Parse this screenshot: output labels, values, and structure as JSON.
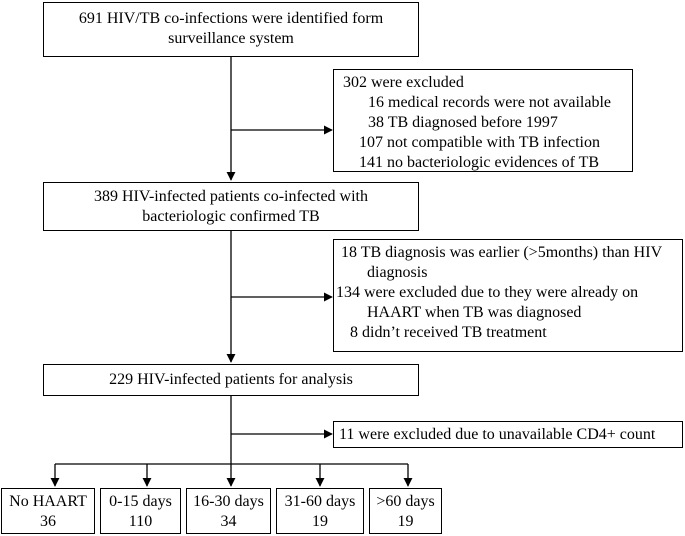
{
  "boxes": {
    "identified": {
      "line1": "691 HIV/TB co-infections were identified form",
      "line2": "surveillance system"
    },
    "excluded1": {
      "title": "302 were excluded",
      "items": [
        "16 medical records were not available",
        "38 TB diagnosed before 1997",
        "107 not compatible with TB infection",
        "141 no bacteriologic evidences of TB"
      ]
    },
    "confirmed": {
      "line1": "389 HIV-infected patients co-infected with",
      "line2": "bacteriologic confirmed TB"
    },
    "excluded2": {
      "items": [
        "18 TB diagnosis was earlier (>5months) than HIV",
        "diagnosis",
        "134 were excluded due to they were already on",
        "HAART when TB was diagnosed",
        "8 didn’t received TB treatment"
      ]
    },
    "analysis": {
      "line1": "229 HIV-infected patients for analysis"
    },
    "excluded3": {
      "line1": "11 were excluded due to unavailable CD4+ count"
    }
  },
  "groups": [
    {
      "label": "No HAART",
      "count": "36"
    },
    {
      "label": "0-15 days",
      "count": "110"
    },
    {
      "label": "16-30 days",
      "count": "34"
    },
    {
      "label": "31-60 days",
      "count": "19"
    },
    {
      "label": ">60 days",
      "count": "19"
    }
  ]
}
